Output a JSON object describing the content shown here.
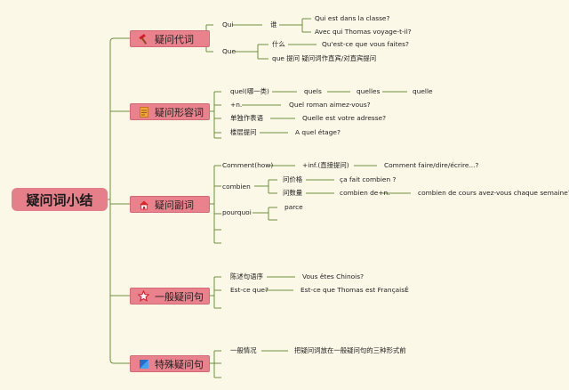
{
  "root": "疑问词小结",
  "categories": [
    {
      "label": "疑问代词",
      "icon": "hammer-icon",
      "items": [
        {
          "text": "Qui",
          "children": [
            {
              "text": "谁",
              "children": [
                {
                  "text": "Qui est dans la classe?"
                },
                {
                  "text": "Avec qui Thomas voyage-t-il?"
                }
              ]
            }
          ]
        },
        {
          "text": "Que",
          "children": [
            {
              "text": "什么",
              "children": [
                {
                  "text": "Qu'est-ce que vous faites?"
                }
              ]
            },
            {
              "text": "que 提问 疑问词作直宾/对直宾提问"
            }
          ]
        }
      ]
    },
    {
      "label": "疑问形容词",
      "icon": "note-icon",
      "items": [
        {
          "text": "quel(哪一类)",
          "children": [
            {
              "text": "quels"
            },
            {
              "text": "quelles"
            },
            {
              "text": "quelle"
            }
          ]
        },
        {
          "text": "+n.",
          "children": [
            {
              "text": "Quel roman aimez-vous?"
            }
          ]
        },
        {
          "text": "单独作表语",
          "children": [
            {
              "text": "Quelle est votre adresse?"
            }
          ]
        },
        {
          "text": "楼层提问",
          "children": [
            {
              "text": "A quel étage?"
            }
          ]
        }
      ]
    },
    {
      "label": "疑问副词",
      "icon": "house-icon",
      "items": [
        {
          "text": "Comment(how)",
          "children": [
            {
              "text": "+inf.(直接提问)"
            },
            {
              "text": "Comment faire/dire/écrire...?"
            }
          ]
        },
        {
          "text": "combien",
          "children": [
            {
              "text": "问价格",
              "children": [
                {
                  "text": "ça fait combien ?"
                }
              ]
            },
            {
              "text": "问数量",
              "children": [
                {
                  "text": "combien de+n."
                },
                {
                  "text": "combien de cours avez-vous chaque semaine?"
                }
              ]
            }
          ]
        },
        {
          "text": "pourquoi",
          "children": [
            {
              "text": "parce"
            }
          ]
        }
      ]
    },
    {
      "label": "一般疑问句",
      "icon": "star-icon",
      "items": [
        {
          "text": "陈述句语序",
          "children": [
            {
              "text": "Vous êtes Chinois?"
            }
          ]
        },
        {
          "text": "Est-ce que?",
          "children": [
            {
              "text": "Est-ce que Thomas est FrançaisÉ"
            }
          ]
        }
      ]
    },
    {
      "label": "特殊疑问句",
      "icon": "flag-icon",
      "items": [
        {
          "text": "一般情况",
          "children": [
            {
              "text": "把疑问词放在一般疑问句的三种形式前"
            }
          ]
        }
      ]
    }
  ]
}
